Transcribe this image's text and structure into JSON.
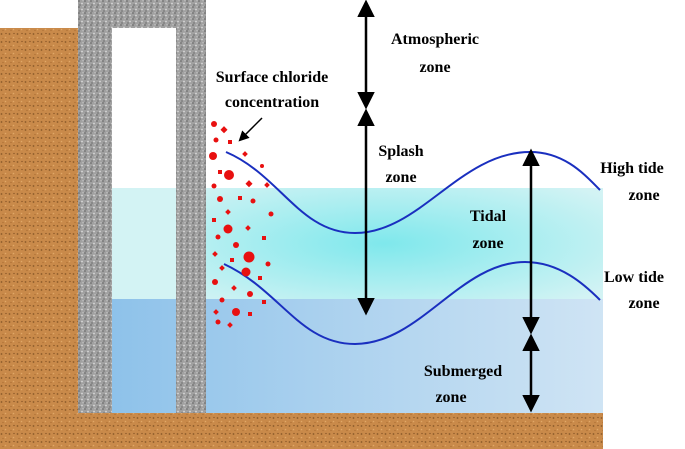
{
  "labels": {
    "atmospheric_1": "Atmospheric",
    "atmospheric_2": "zone",
    "surface_1": "Surface chloride",
    "surface_2": "concentration",
    "splash_1": "Splash",
    "splash_2": "zone",
    "tidal_1": "Tidal",
    "tidal_2": "zone",
    "high_1": "High tide",
    "high_2": "zone",
    "low_1": "Low tide",
    "low_2": "zone",
    "submerged_1": "Submerged",
    "submerged_2": "zone"
  },
  "colors": {
    "soil": "#c98a4a",
    "soil_dark": "#8a5a28",
    "concrete": "#9a9a9a",
    "tidal_water": "#8fe6ea",
    "deep_water": "#a9cdea",
    "wave": "#1a2fbf",
    "chloride": "#e81010",
    "arrow": "#000000"
  },
  "icons": {
    "wave": "wave-line",
    "arrow": "double-headed-arrow",
    "chloride": "chloride-particles"
  }
}
